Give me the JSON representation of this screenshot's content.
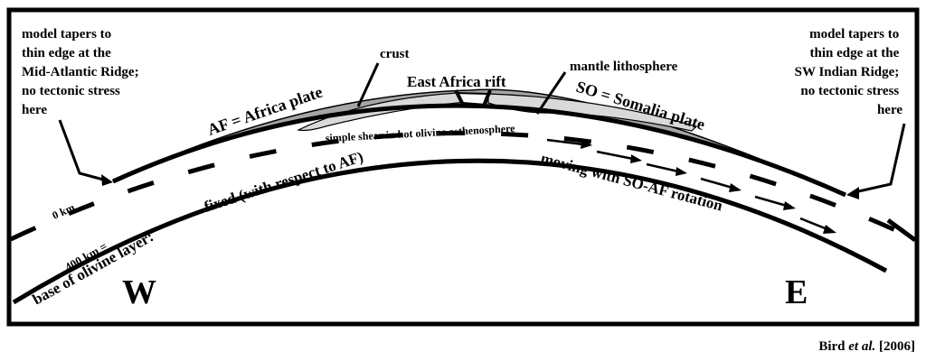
{
  "labels": {
    "left_note": [
      "model tapers to",
      "thin edge at the",
      "Mid-Atlantic Ridge;",
      "no tectonic stress",
      "here"
    ],
    "right_note": [
      "model tapers to",
      "thin edge at the",
      "SW Indian Ridge;",
      "no tectonic stress",
      "here"
    ],
    "crust": "crust",
    "rift": "East Africa rift",
    "mantle_lithosphere": "mantle lithosphere",
    "af_plate": "AF = Africa plate",
    "so_plate": "SO = Somalia plate",
    "shear": "simple shear in hot olivine asthenosphere",
    "fixed": "fixed (with respect to AF)",
    "moving": "moving with SO-AF rotation",
    "zero_km": "0 km",
    "depth_400_line1": "400 km =",
    "depth_400_line2": "base of olivine layer:",
    "west": "W",
    "east": "E"
  },
  "citation": {
    "author": "Bird",
    "etal": "et al.",
    "year": "[2006]"
  },
  "colors": {
    "mantle_lithosphere": "#a6a6a6",
    "crust": "#d9d9d9",
    "ink": "#000000",
    "background": "#ffffff"
  }
}
